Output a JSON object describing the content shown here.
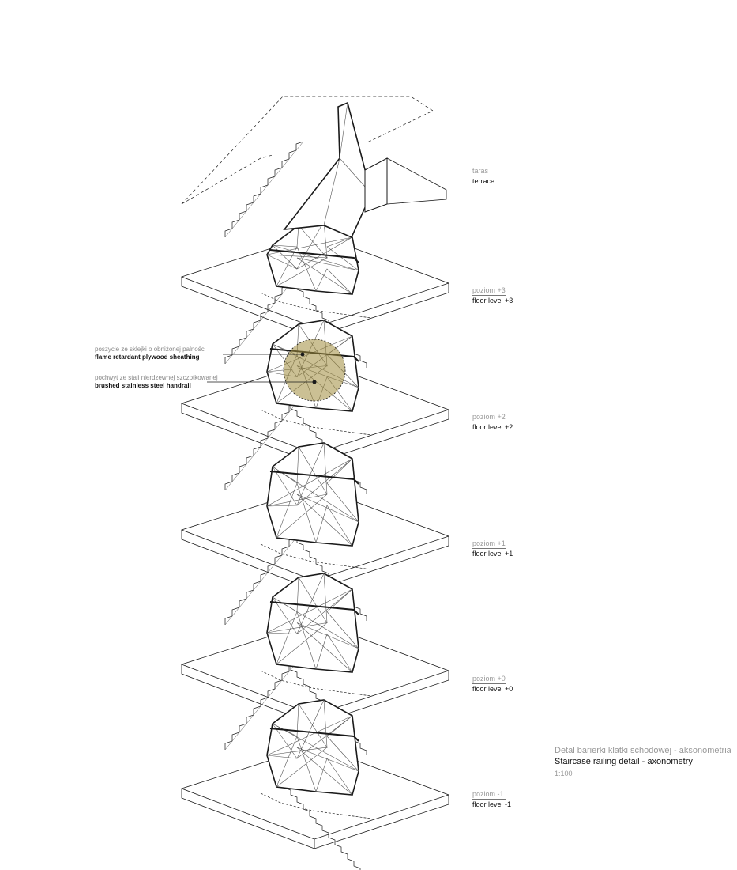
{
  "levels": [
    {
      "pl": "taras",
      "en": "terrace"
    },
    {
      "pl": "poziom +3",
      "en": "floor level +3"
    },
    {
      "pl": "poziom +2",
      "en": "floor level +2"
    },
    {
      "pl": "poziom +1",
      "en": "floor level +1"
    },
    {
      "pl": "poziom +0",
      "en": "floor level +0"
    },
    {
      "pl": "poziom -1",
      "en": "floor level -1"
    }
  ],
  "callouts": [
    {
      "pl": "poszycie ze sklejki o obniżonej palności",
      "en": "flame retardant plywood sheathing"
    },
    {
      "pl": "pochwyt ze stali nierdzewnej szczotkowanej",
      "en": "brushed stainless steel handrail"
    }
  ],
  "caption": {
    "pl": "Detal barierki klatki schodowej - aksonometria",
    "en": "Staircase railing detail - axonometry",
    "scale": "1:100"
  },
  "colors": {
    "line": "#1a1a1a",
    "thin": "#555555",
    "highlight": "#a08c3c"
  }
}
